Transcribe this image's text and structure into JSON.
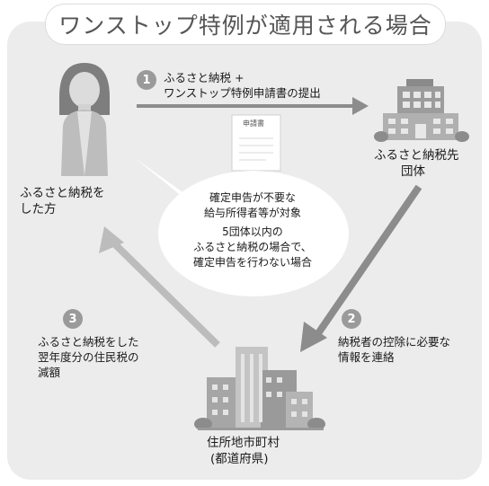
{
  "title": "ワンストップ特例が適用される場合",
  "steps": {
    "one": {
      "number": "1",
      "line1": "ふるさと納税 +",
      "line2": "ワンストップ特例申請書の提出"
    },
    "two": {
      "number": "2",
      "line1": "納税者の控除に必要な",
      "line2": "情報を連絡"
    },
    "three": {
      "number": "3",
      "line1": "ふるさと納税をした",
      "line2": "翌年度分の住民税の",
      "line3": "減額"
    }
  },
  "actors": {
    "person": {
      "line1": "ふるさと納税を",
      "line2": "した方"
    },
    "hometown": {
      "line1": "ふるさと納税先",
      "line2": "団体"
    },
    "municipality": {
      "line1": "住所地市町村",
      "line2": "(都道府県)"
    }
  },
  "document": {
    "label": "申請書"
  },
  "bubble": {
    "line1": "確定申告が不要な",
    "line2": "給与所得者等が対象",
    "line3": "5団体以内の",
    "line4": "ふるさと納税の場合で、",
    "line5": "確定申告を行わない場合"
  }
}
